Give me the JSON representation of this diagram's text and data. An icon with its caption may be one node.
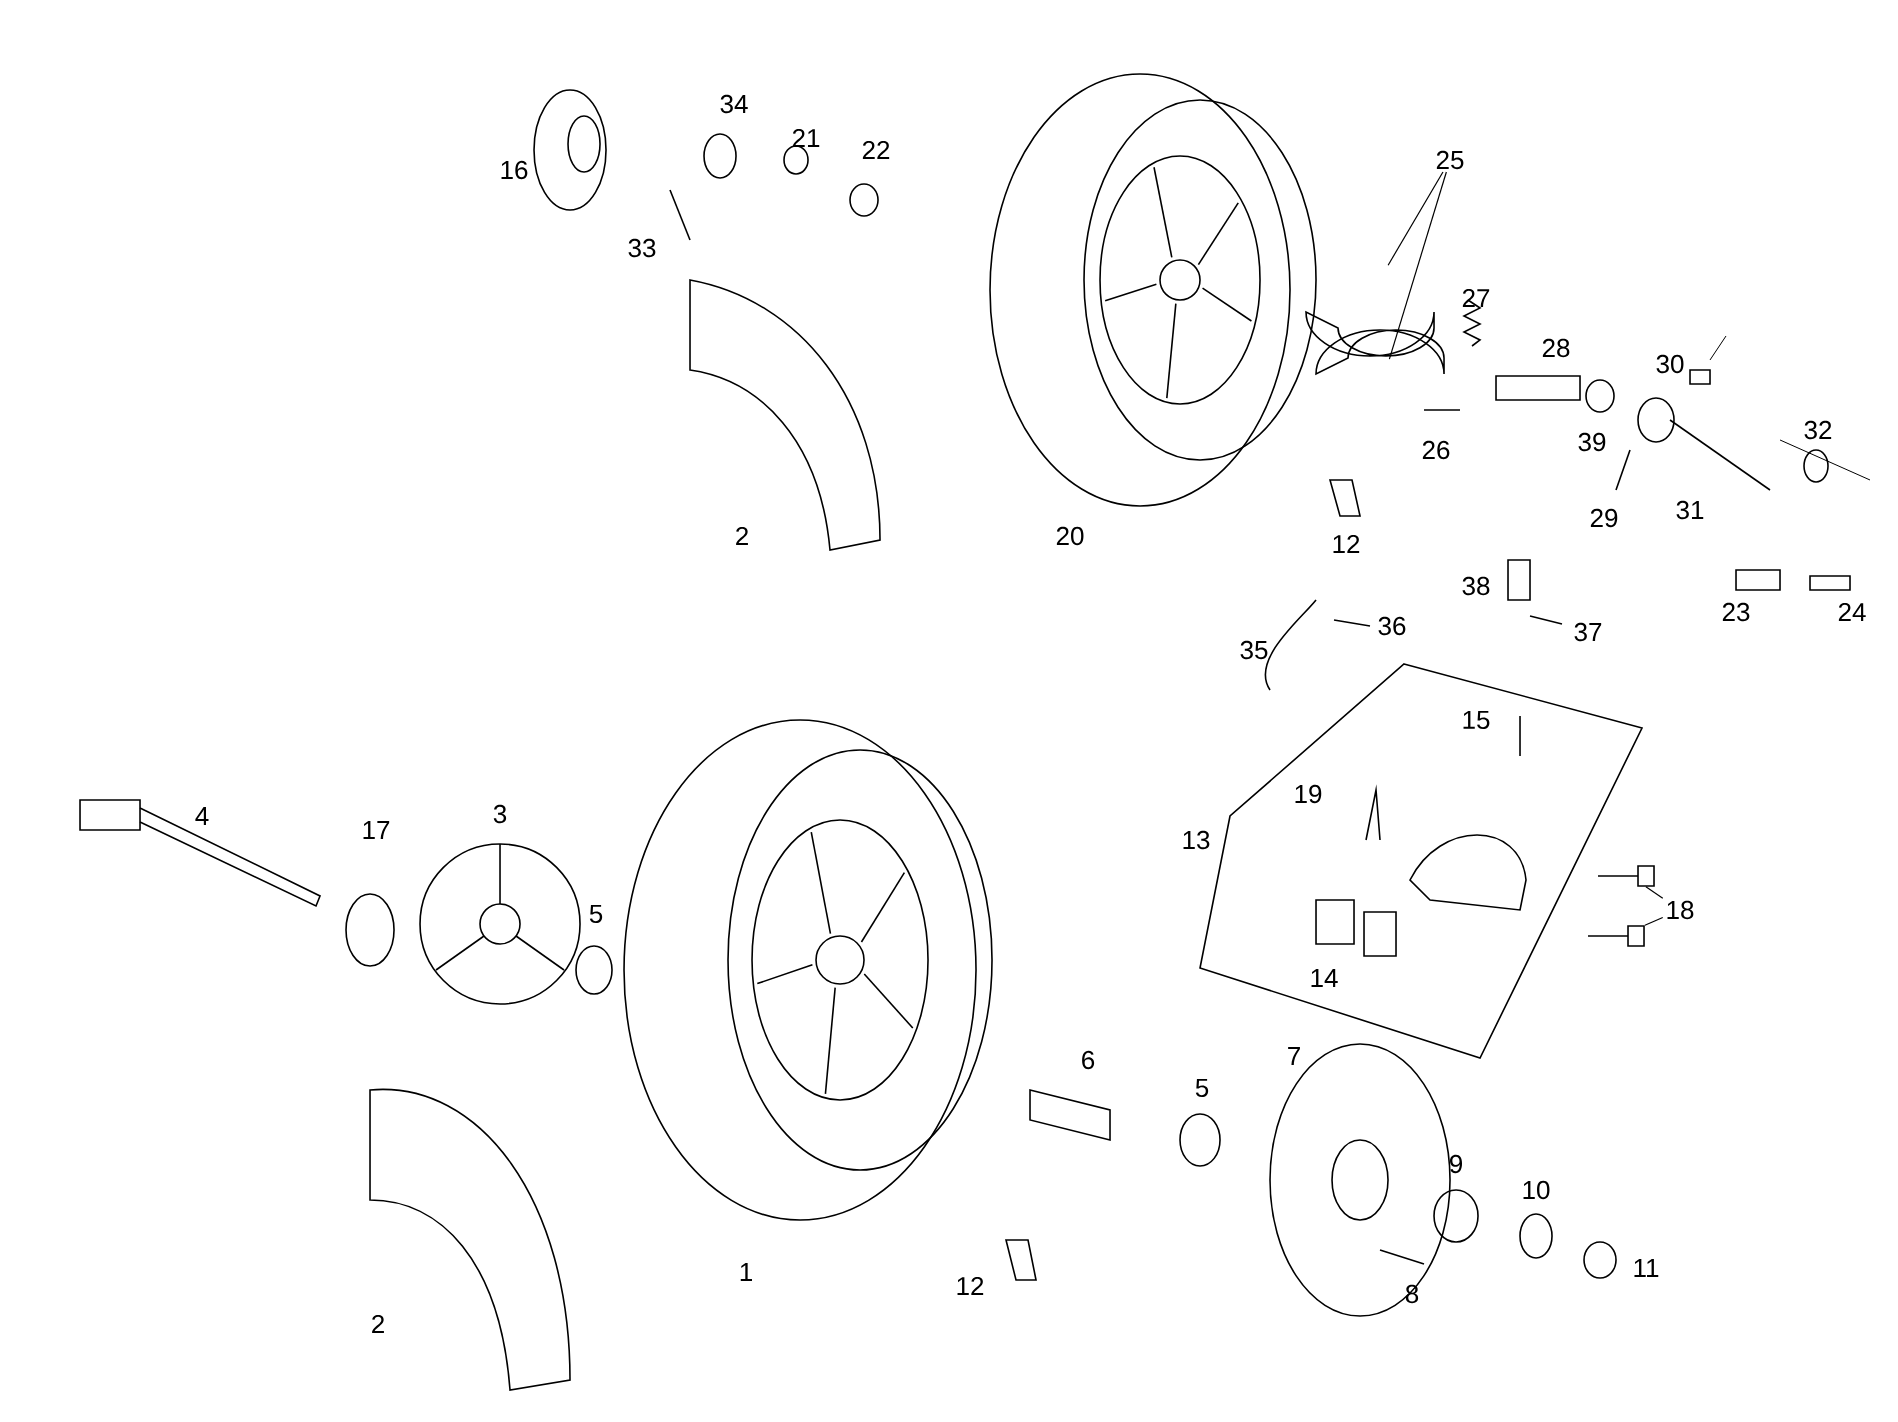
{
  "diagram": {
    "nodes": [
      {
        "text": [
          "25"
        ]
      },
      {
        "text": [],
        "shape": "picture"
      },
      {
        "text": [],
        "shape": "picture"
      },
      {
        "text": [
          "18"
        ]
      },
      {
        "text": [],
        "shape": "picture"
      },
      {
        "text": [],
        "shape": "picture"
      }
    ],
    "edges": [
      {
        "from": 0,
        "to": 1,
        "arrow": "none"
      },
      {
        "from": 0,
        "to": 2,
        "arrow": "none"
      },
      {
        "from": 3,
        "to": 4,
        "arrow": "none"
      },
      {
        "from": 3,
        "to": 5,
        "arrow": "none"
      }
    ],
    "labels": [
      "34",
      "21",
      "22",
      "16",
      "33",
      "27",
      "28",
      "30",
      "39",
      "32",
      "26",
      "29",
      "31",
      "2",
      "20",
      "12",
      "38",
      "23",
      "24",
      "36",
      "37",
      "35",
      "15",
      "19",
      "4",
      "3",
      "17",
      "13",
      "5",
      "14",
      "6",
      "7",
      "5",
      "9",
      "10",
      "1",
      "12",
      "8",
      "11",
      "2"
    ]
  }
}
